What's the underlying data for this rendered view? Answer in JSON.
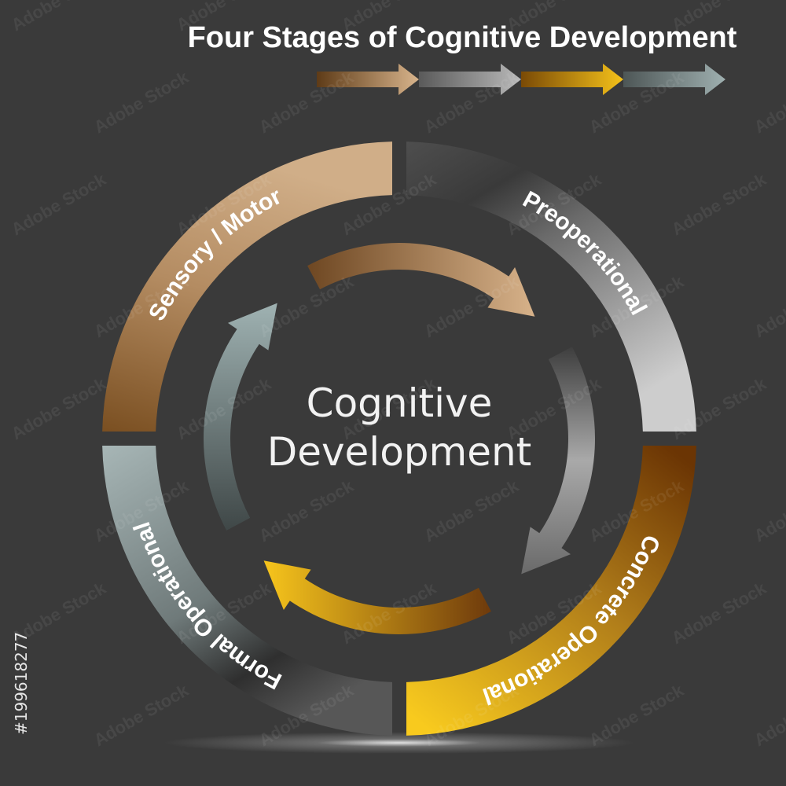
{
  "title": "Four Stages of Cognitive Development",
  "center": {
    "line1": "Cognitive",
    "line2": "Development"
  },
  "stages": [
    {
      "label": "Sensory / Motor",
      "color_light": "#cfac86",
      "color_dark": "#7a4f21"
    },
    {
      "label": "Preoperational",
      "color_light": "#c9c9c9",
      "color_dark": "#505050"
    },
    {
      "label": "Concrete Operational",
      "color_light": "#f7c81f",
      "color_dark": "#7a3b05"
    },
    {
      "label": "Formal Operational",
      "color_light": "#a3b3b3",
      "color_dark": "#525252"
    }
  ],
  "watermark": "Adobe Stock",
  "side_id": "#199618277",
  "colors": {
    "background": "#3a3a3a",
    "text": "#ffffff",
    "center_text": "#f2f2f2"
  }
}
